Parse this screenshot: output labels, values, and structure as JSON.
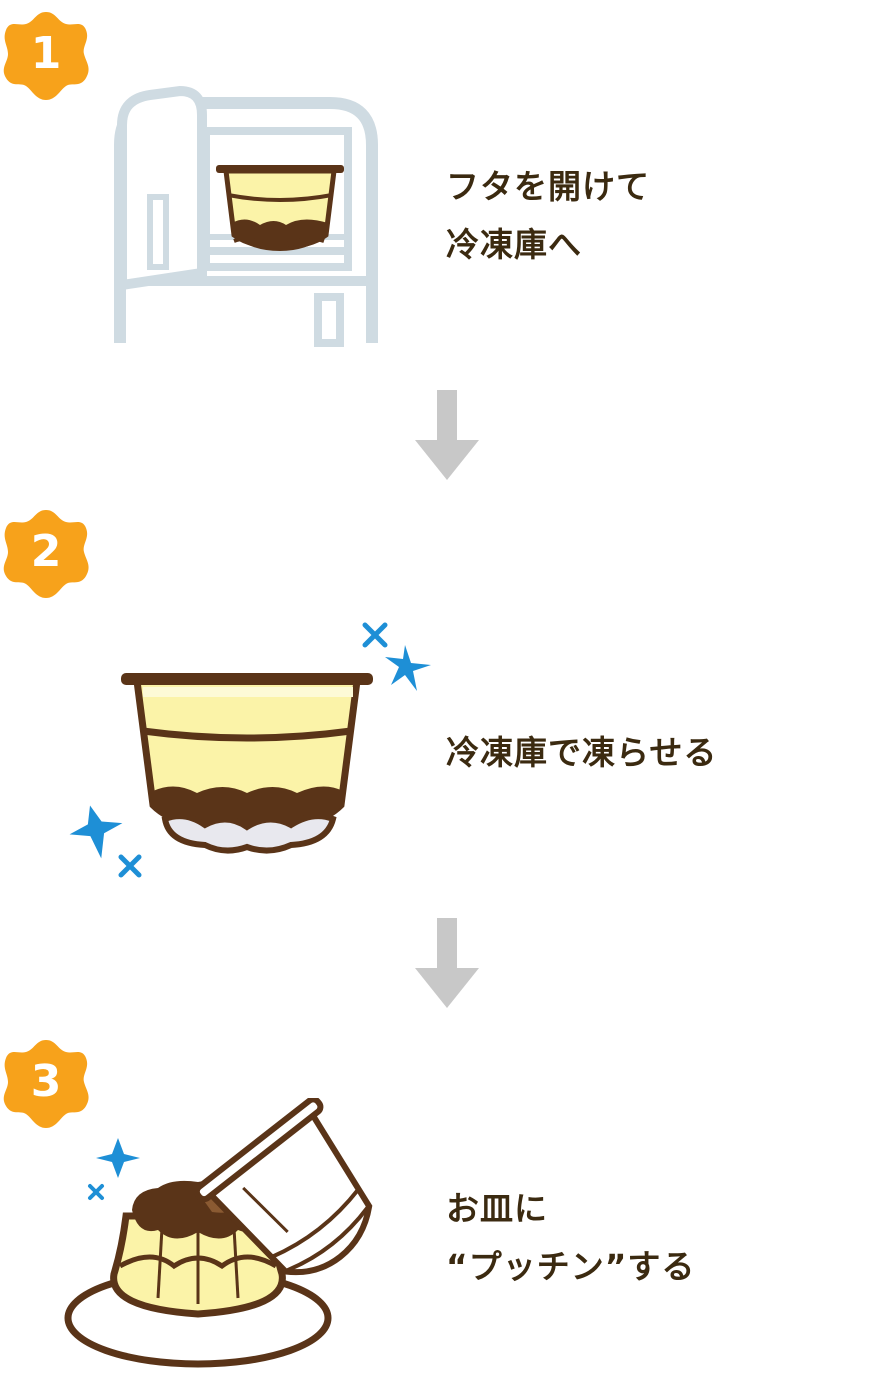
{
  "steps": [
    {
      "number": "1",
      "line1": "フタを開けて",
      "line2": "冷凍庫へ"
    },
    {
      "number": "2",
      "line1": "冷凍庫で凍らせる"
    },
    {
      "number": "3",
      "line1": "お皿に",
      "line2": "“プッチン”する"
    }
  ],
  "colors": {
    "badge": "#f7a21b",
    "text": "#3b2a10",
    "arrow": "#c8c8c8",
    "fridge": "#cfdbe2",
    "pudding": "#fbf3a8",
    "caramel": "#5a3418",
    "sparkle": "#1e8fd6"
  }
}
